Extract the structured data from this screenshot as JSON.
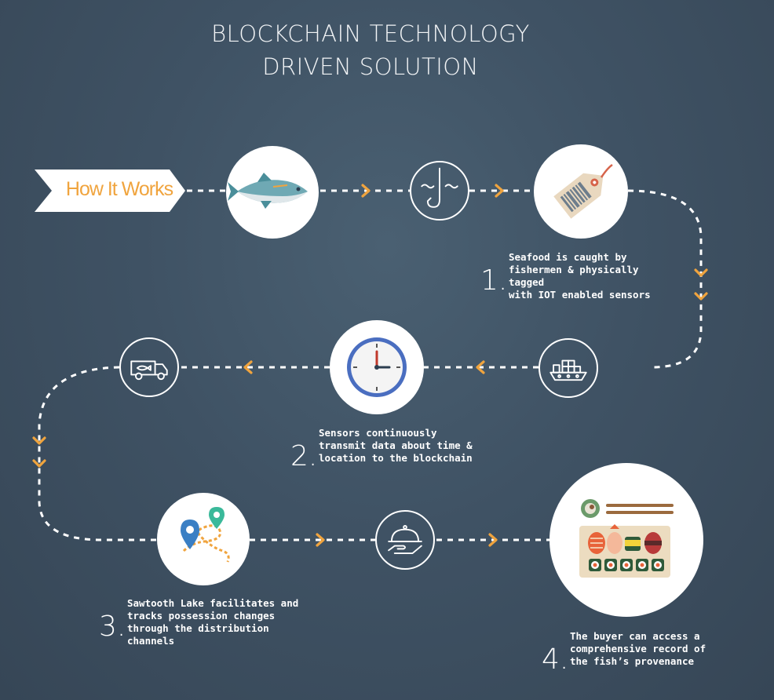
{
  "title": {
    "line1": "BLOCKCHAIN TECHNOLOGY",
    "line2": "DRIVEN SOLUTION"
  },
  "banner": {
    "label": "How It Works"
  },
  "steps": [
    {
      "number": "1.",
      "text": "Seafood is caught by\nfishermen & physically tagged\nwith IOT enabled sensors"
    },
    {
      "number": "2.",
      "text": "Sensors continuously\ntransmit data about time &\nlocation to the blockchain"
    },
    {
      "number": "3.",
      "text": "Sawtooth Lake facilitates and\ntracks possession changes\nthrough the distribution channels"
    },
    {
      "number": "4.",
      "text": "The buyer can access a\ncomprehensive record of\nthe fish’s provenance"
    }
  ],
  "icons": [
    "fish-icon",
    "fish-hook-icon",
    "sensor-tag-icon",
    "cargo-ship-icon",
    "clock-icon",
    "delivery-van-icon",
    "map-route-icon",
    "serving-cloche-icon",
    "sushi-platter-icon"
  ],
  "colors": {
    "background": "#3f5264",
    "accent_orange": "#f0a43e",
    "path_dash": "#ffffff",
    "node_white": "#ffffff"
  }
}
